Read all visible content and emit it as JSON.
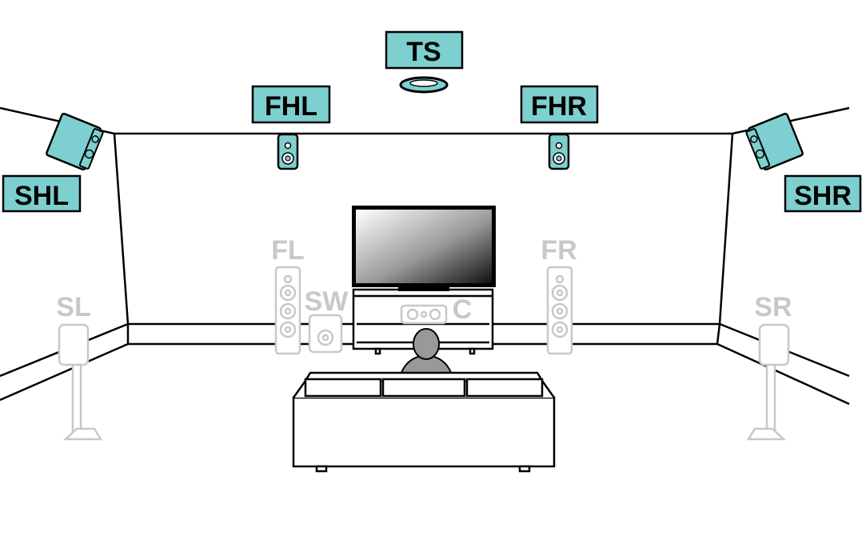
{
  "labels": {
    "ts": "TS",
    "fhl": "FHL",
    "fhr": "FHR",
    "shl": "SHL",
    "shr": "SHR",
    "fl": "FL",
    "fr": "FR",
    "sw": "SW",
    "c": "C",
    "sl": "SL",
    "sr": "SR"
  },
  "colors": {
    "highlight": "#7ecfcf",
    "muted": "#c8c8c8",
    "outline": "#000000"
  }
}
